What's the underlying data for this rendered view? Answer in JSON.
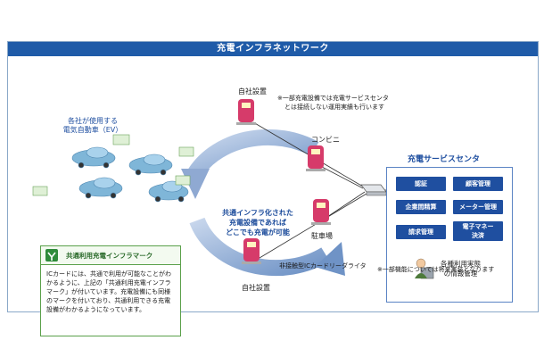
{
  "title": "充電インフラネットワーク",
  "ev_label": "各社が使用する\n電気自動車（EV）",
  "center_text": [
    "共通インフラ化された",
    "充電設備であれば",
    "どこでも充電が可能"
  ],
  "stations": {
    "top": "自社設置",
    "convenience": "コンビニ",
    "parking": "駐車場",
    "bottom": "自社設置"
  },
  "note_top": [
    "※一部充電設備では充電サービスセンタ",
    "とは接続しない運用実績も行います"
  ],
  "reader_label": "非接触型ICカードリーダライタ",
  "service_center": {
    "title": "充電サービスセンタ",
    "items": [
      "認証",
      "顧客管理",
      "企業間精算",
      "メーター管理",
      "請求管理",
      "電子マネー\n決済"
    ],
    "info_label": [
      "各種利用実態",
      "の情報管理"
    ]
  },
  "note_bottom": "※一部機能については将来実装となります",
  "legend": {
    "title": "共通利用充電インフラマーク",
    "body": "ICカードには、共通で利用が可能なことがわかるように、上記の「共通利用充電インフラマーク」が付いています。充電設備にも同様のマークを付いており、共通利用できる充電設備がわかるようになっています。"
  },
  "colors": {
    "header": "#1f5ba8",
    "station": "#d63b6a",
    "arrow": "#9fb8da",
    "service_button": "#1f4fa0",
    "legend_border": "#5aa04a",
    "car": "#7fb6d8"
  }
}
